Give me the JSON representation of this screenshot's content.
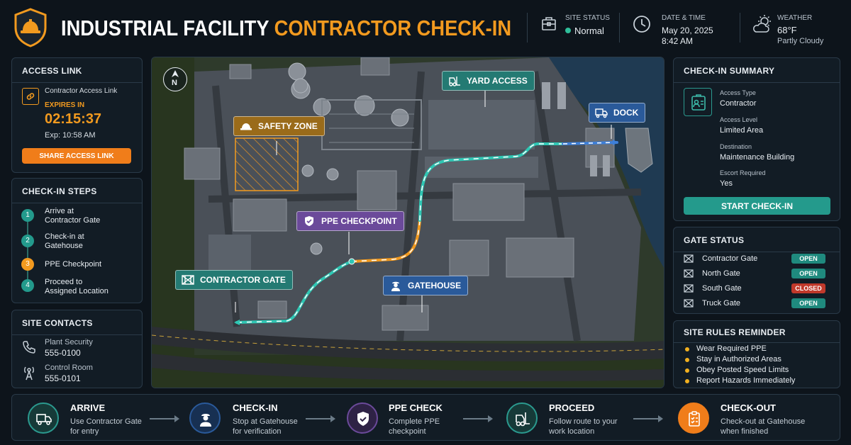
{
  "header": {
    "title_part1": "INDUSTRIAL FACILITY",
    "title_part2": "CONTRACTOR CHECK-IN",
    "site_status_label": "SITE STATUS",
    "site_status_value": "Normal",
    "datetime_label": "DATE & TIME",
    "date": "May 20, 2025",
    "time": "8:42 AM",
    "weather_label": "WEATHER",
    "temperature": "68°F",
    "condition": "Partly Cloudy"
  },
  "access_link": {
    "title": "ACCESS LINK",
    "link_label": "Contractor Access Link",
    "expires_label": "EXPIRES IN",
    "countdown": "02:15:37",
    "expiry": "Exp: 10:58 AM",
    "share_button": "SHARE ACCESS LINK"
  },
  "steps": {
    "title": "CHECK-IN STEPS",
    "items": [
      {
        "num": "1",
        "line1": "Arrive at",
        "line2": "Contractor Gate"
      },
      {
        "num": "2",
        "line1": "Check-in at",
        "line2": "Gatehouse"
      },
      {
        "num": "3",
        "line1": "PPE Checkpoint",
        "line2": ""
      },
      {
        "num": "4",
        "line1": "Proceed to",
        "line2": "Assigned Location"
      }
    ]
  },
  "contacts": {
    "title": "SITE CONTACTS",
    "items": [
      {
        "name": "Plant Security",
        "phone": "555-0100"
      },
      {
        "name": "Control Room",
        "phone": "555-0101"
      }
    ]
  },
  "map": {
    "compass": "N",
    "labels": {
      "yard": "YARD ACCESS",
      "dock": "DOCK",
      "safety": "SAFETY ZONE",
      "ppe": "PPE CHECKPOINT",
      "gate": "CONTRACTOR GATE",
      "gatehouse": "GATEHOUSE"
    }
  },
  "summary": {
    "title": "CHECK-IN SUMMARY",
    "fields": [
      {
        "label": "Access Type",
        "value": "Contractor"
      },
      {
        "label": "Access Level",
        "value": "Limited Area"
      },
      {
        "label": "Destination",
        "value": "Maintenance Building"
      },
      {
        "label": "Escort Required",
        "value": "Yes"
      }
    ],
    "start_button": "START CHECK-IN"
  },
  "gates": {
    "title": "GATE STATUS",
    "items": [
      {
        "name": "Contractor Gate",
        "status": "OPEN"
      },
      {
        "name": "North Gate",
        "status": "OPEN"
      },
      {
        "name": "South Gate",
        "status": "CLOSED"
      },
      {
        "name": "Truck Gate",
        "status": "OPEN"
      }
    ]
  },
  "rules": {
    "title": "SITE RULES REMINDER",
    "items": [
      "Wear Required PPE",
      "Stay in Authorized Areas",
      "Obey Posted Speed Limits",
      "Report Hazards Immediately"
    ]
  },
  "flow": [
    {
      "title": "ARRIVE",
      "line1": "Use Contractor Gate",
      "line2": "for entry"
    },
    {
      "title": "CHECK-IN",
      "line1": "Stop at Gatehouse",
      "line2": "for verification"
    },
    {
      "title": "PPE CHECK",
      "line1": "Complete PPE",
      "line2": "checkpoint"
    },
    {
      "title": "PROCEED",
      "line1": "Follow route to your",
      "line2": "work location"
    },
    {
      "title": "CHECK-OUT",
      "line1": "Check-out at Gatehouse",
      "line2": "when finished"
    }
  ],
  "colors": {
    "teal": "#2b9a8f",
    "orange": "#f29a1f",
    "purple": "#6b4a9a",
    "blue": "#2a5a9a",
    "closed": "#c0392b"
  }
}
